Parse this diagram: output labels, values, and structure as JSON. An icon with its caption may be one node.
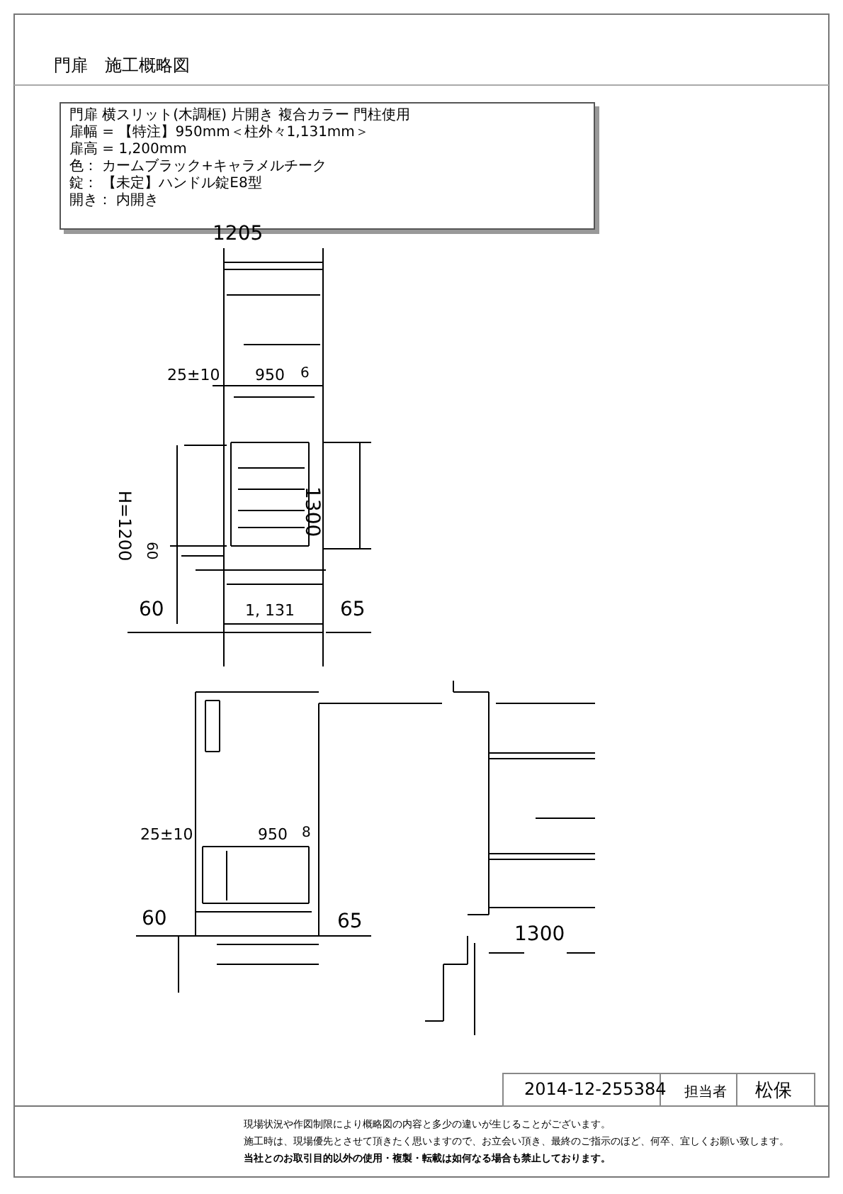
{
  "diagram": {
    "title": "門扉　施工概略図",
    "nodes": [
      {
        "text": [
          "門扉 横スリット(木調框) 片開き 複合カラー 門柱使用",
          "扉幅 = 【特注】950mm＜柱外々1,131mm＞",
          "扉高 = 1,200mm",
          "色： カームブラック+キャラメルチーク",
          "錠： 【未定】ハンドル錠E8型",
          "開き： 内開き"
        ]
      }
    ],
    "labels": [
      "1205",
      "25±10",
      "950",
      "6",
      "1300",
      "H=1200",
      "60",
      "60",
      "1, 131",
      "65",
      "25±10",
      "950",
      "8",
      "60",
      "65",
      "1300",
      "2014-12-255384",
      "担当者",
      "松保",
      "現場状況や作図制限により概略図の内容と多少の違いが生じることがございます。",
      "施工時は、現場優先とさせて頂きたく思いますので、お立会い頂き、最終のご指示のほど、何卒、宜しくお願い致します。",
      "当社とのお取引目的以外の使用・複製・転載は如何なる場合も禁止しております。"
    ]
  }
}
